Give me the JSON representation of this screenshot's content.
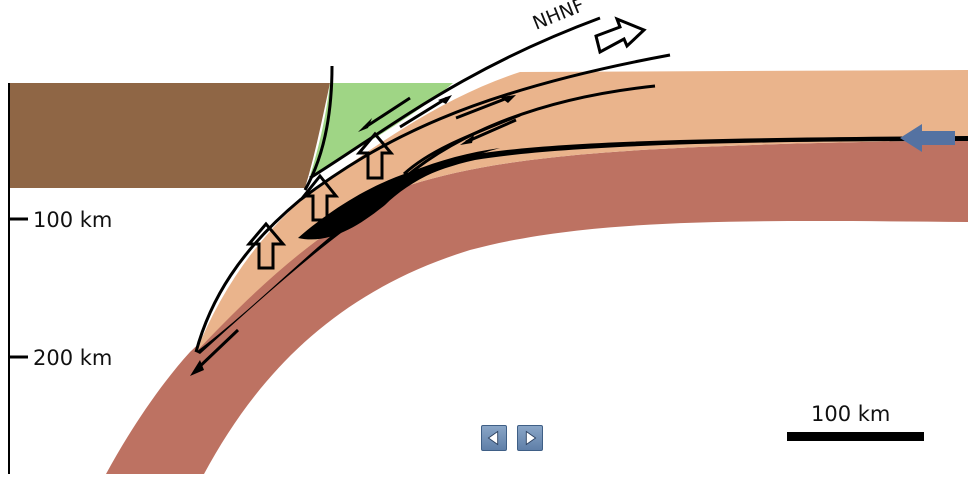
{
  "diagram": {
    "depth_labels": [
      "100 km",
      "200 km"
    ],
    "fault_label": "NHNF",
    "scale_bar_label": "100 km",
    "colors": {
      "continental_block": "#8f6645",
      "wedge": "#9fd585",
      "upper_crust": "#eab48c",
      "slab": "#bd7262",
      "convergence_arrow": "#5472a2",
      "line": "#000000"
    }
  },
  "navigation": {
    "prev_icon": "triangle-left-icon",
    "next_icon": "triangle-right-icon"
  }
}
